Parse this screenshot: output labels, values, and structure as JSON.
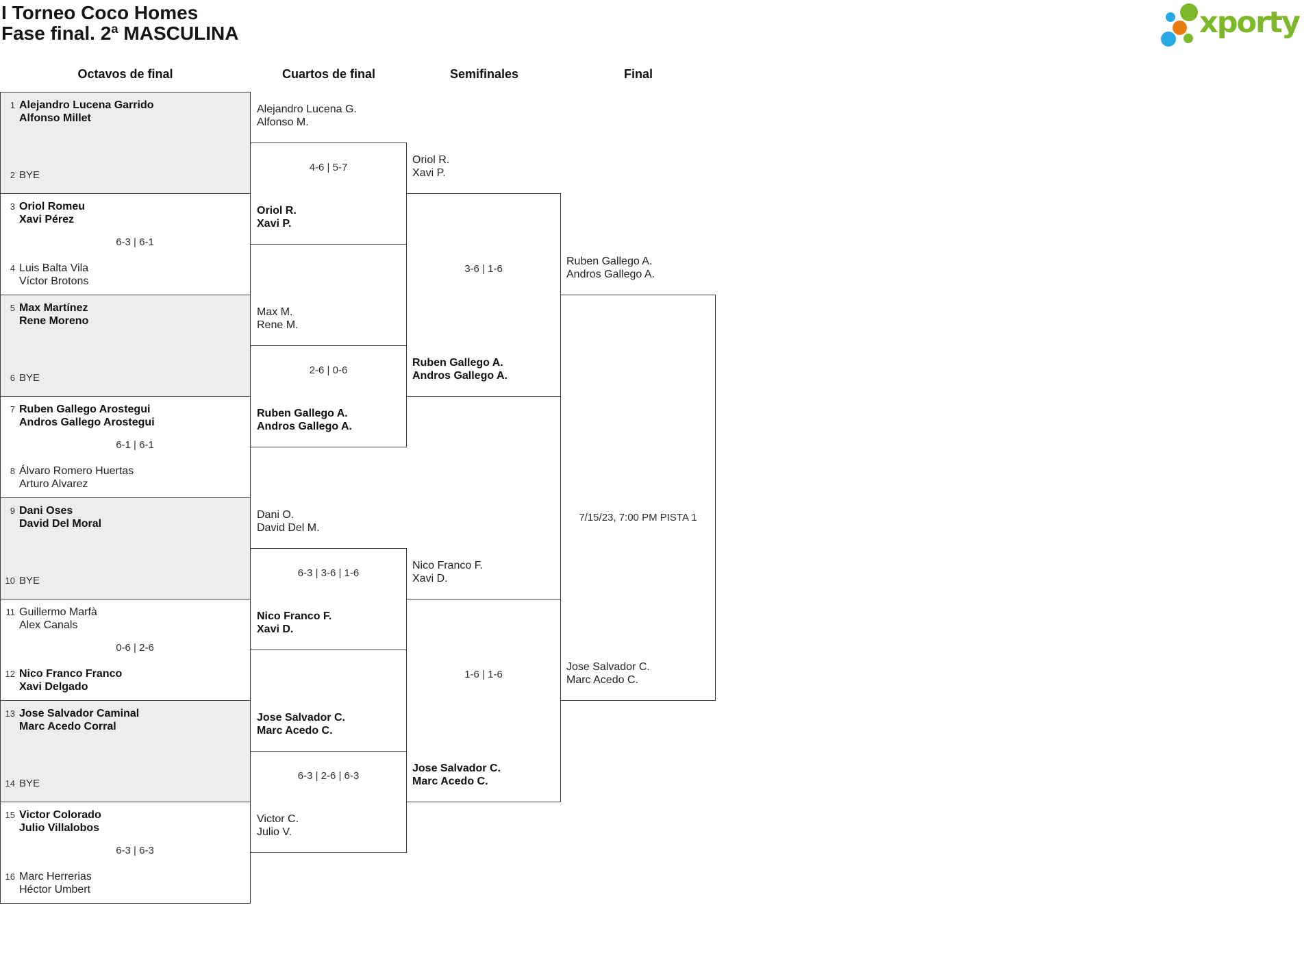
{
  "title": {
    "line1": "I Torneo Coco Homes",
    "line2": "Fase final. 2ª MASCULINA"
  },
  "logo": {
    "brand": "xporty",
    "brand_color": "#7cb829",
    "dot_green": "#7cb829",
    "dot_blue": "#29a9e1",
    "dot_orange": "#e87b10"
  },
  "round_headers": [
    "Octavos de final",
    "Cuartos de final",
    "Semifinales",
    "Final"
  ],
  "labels": {
    "bye": "BYE"
  },
  "colors": {
    "box_border": "#3d3d3d",
    "bye_box_fill": "#ededed",
    "text": "#1e1e1e"
  },
  "octavos": [
    {
      "seed_top": "1",
      "team_top": [
        "Alejandro Lucena Garrido",
        "Alfonso Millet"
      ],
      "top_winner": true,
      "seed_bottom": "2",
      "bottom_bye": true,
      "grey": true,
      "score": ""
    },
    {
      "seed_top": "3",
      "team_top": [
        "Oriol Romeu",
        "Xavi Pérez"
      ],
      "top_winner": true,
      "seed_bottom": "4",
      "team_bottom": [
        "Luis Balta Vila",
        "Víctor Brotons"
      ],
      "bottom_winner": false,
      "grey": false,
      "score": "6-3 | 6-1"
    },
    {
      "seed_top": "5",
      "team_top": [
        "Max Martínez",
        "Rene Moreno"
      ],
      "top_winner": true,
      "seed_bottom": "6",
      "bottom_bye": true,
      "grey": true,
      "score": ""
    },
    {
      "seed_top": "7",
      "team_top": [
        "Ruben Gallego Arostegui",
        "Andros Gallego Arostegui"
      ],
      "top_winner": true,
      "seed_bottom": "8",
      "team_bottom": [
        "Álvaro Romero Huertas",
        "Arturo Alvarez"
      ],
      "bottom_winner": false,
      "grey": false,
      "score": "6-1 | 6-1"
    },
    {
      "seed_top": "9",
      "team_top": [
        "Dani Oses",
        "David Del Moral"
      ],
      "top_winner": true,
      "seed_bottom": "10",
      "bottom_bye": true,
      "grey": true,
      "score": ""
    },
    {
      "seed_top": "11",
      "team_top": [
        "Guillermo Marfà",
        "Alex Canals"
      ],
      "top_winner": false,
      "seed_bottom": "12",
      "team_bottom": [
        "Nico Franco Franco",
        "Xavi Delgado"
      ],
      "bottom_winner": true,
      "grey": false,
      "score": "0-6 | 2-6"
    },
    {
      "seed_top": "13",
      "team_top": [
        "Jose Salvador Caminal",
        "Marc Acedo Corral"
      ],
      "top_winner": true,
      "seed_bottom": "14",
      "bottom_bye": true,
      "grey": true,
      "score": ""
    },
    {
      "seed_top": "15",
      "team_top": [
        "Victor Colorado",
        "Julio Villalobos"
      ],
      "top_winner": true,
      "seed_bottom": "16",
      "team_bottom": [
        "Marc Herrerias",
        "Héctor Umbert"
      ],
      "bottom_winner": false,
      "grey": false,
      "score": "6-3 | 6-3"
    }
  ],
  "cuartos": [
    {
      "team_top": [
        "Alejandro Lucena G.",
        "Alfonso M."
      ],
      "top_winner": false,
      "team_bottom": [
        "Oriol R.",
        "Xavi P."
      ],
      "bottom_winner": true,
      "score": "4-6 | 5-7"
    },
    {
      "team_top": [
        "Max M.",
        "Rene M."
      ],
      "top_winner": false,
      "team_bottom": [
        "Ruben Gallego A.",
        "Andros Gallego A."
      ],
      "bottom_winner": true,
      "score": "2-6 | 0-6"
    },
    {
      "team_top": [
        "Dani O.",
        "David Del M."
      ],
      "top_winner": false,
      "team_bottom": [
        "Nico Franco F.",
        "Xavi D."
      ],
      "bottom_winner": true,
      "score": "6-3 | 3-6 | 1-6"
    },
    {
      "team_top": [
        "Jose Salvador C.",
        "Marc Acedo C."
      ],
      "top_winner": true,
      "team_bottom": [
        "Victor C.",
        "Julio V."
      ],
      "bottom_winner": false,
      "score": "6-3 | 2-6 | 6-3"
    }
  ],
  "semifinales": [
    {
      "team_top": [
        "Oriol R.",
        "Xavi P."
      ],
      "top_winner": false,
      "team_bottom": [
        "Ruben Gallego A.",
        "Andros Gallego A."
      ],
      "bottom_winner": true,
      "score": "3-6 | 1-6"
    },
    {
      "team_top": [
        "Nico Franco F.",
        "Xavi D."
      ],
      "top_winner": false,
      "team_bottom": [
        "Jose Salvador C.",
        "Marc Acedo C."
      ],
      "bottom_winner": true,
      "score": "1-6 | 1-6"
    }
  ],
  "final": {
    "team_top": [
      "Ruben Gallego A.",
      "Andros Gallego A."
    ],
    "team_bottom": [
      "Jose Salvador C.",
      "Marc Acedo C."
    ],
    "schedule": "7/15/23, 7:00 PM PISTA 1"
  }
}
